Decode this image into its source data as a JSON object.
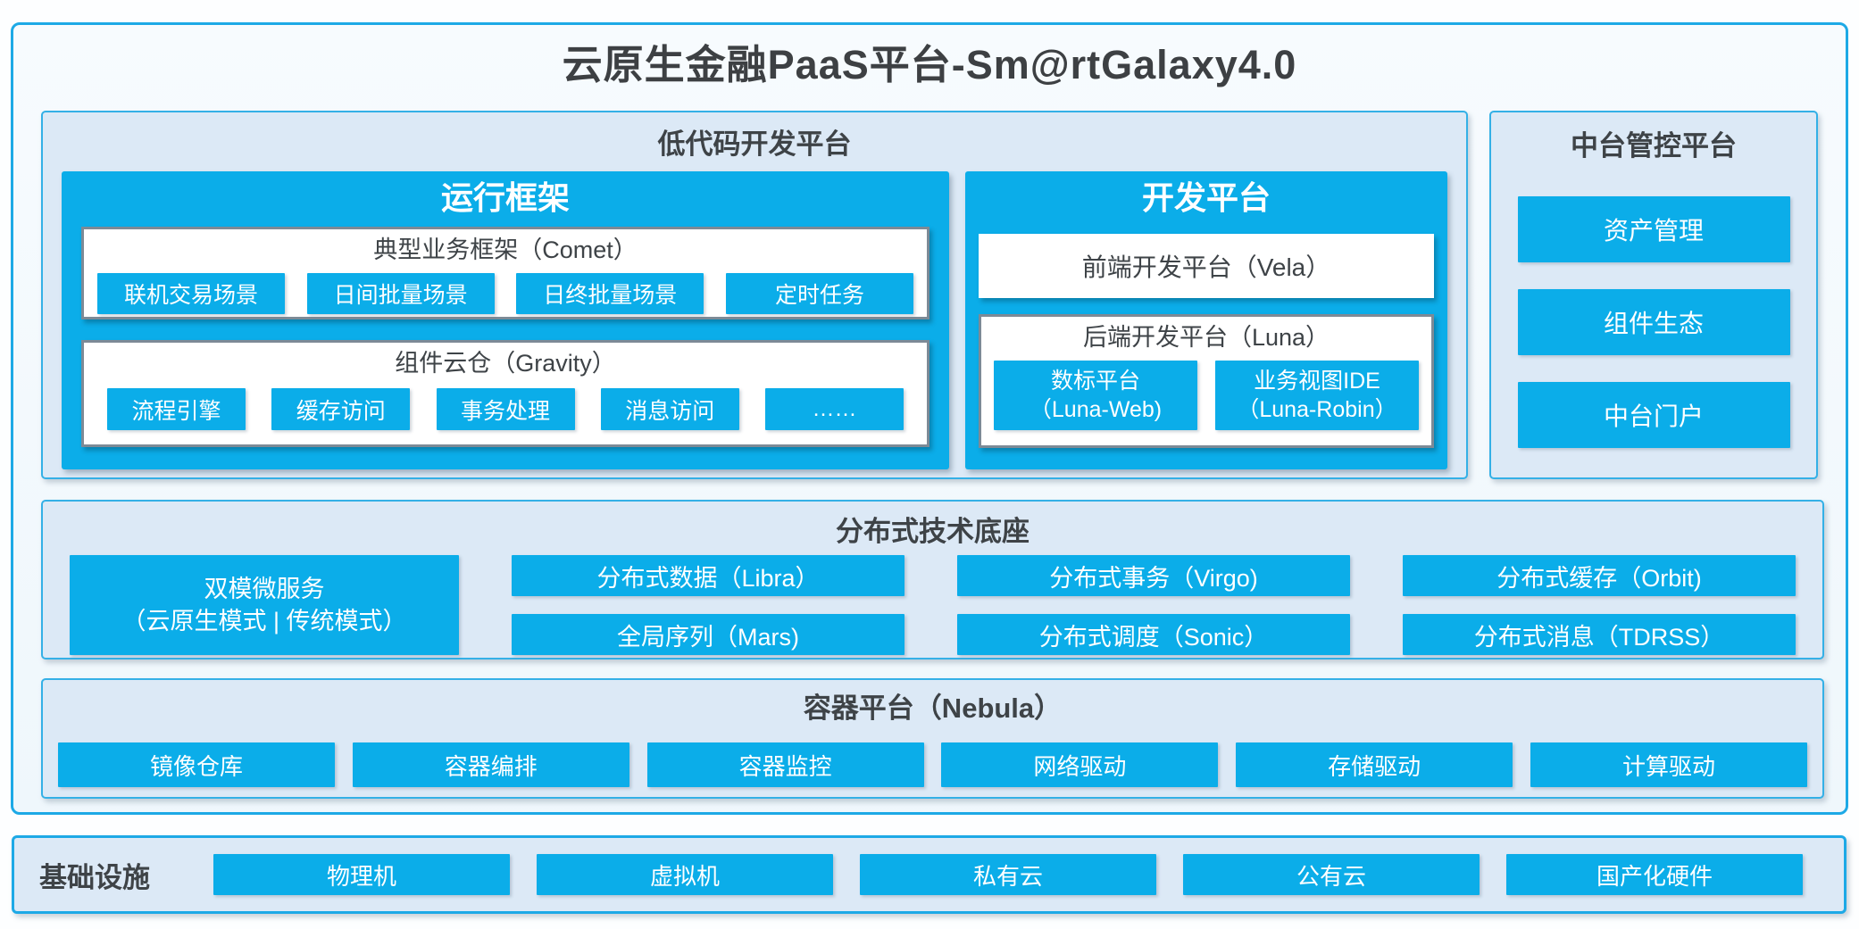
{
  "title": "云原生金融PaaS平台-Sm@rtGalaxy4.0",
  "colors": {
    "accent": "#0bade9",
    "panel_bg": "#dce9f6",
    "border_blue": "#1da9e6",
    "gray_border": "#7d8a96",
    "dark_text": "#3e4347"
  },
  "lowcode": {
    "header": "低代码开发平台",
    "runtime": {
      "title": "运行框架",
      "comet": {
        "title": "典型业务框架（Comet）",
        "buttons": [
          "联机交易场景",
          "日间批量场景",
          "日终批量场景",
          "定时任务"
        ]
      },
      "gravity": {
        "title": "组件云仓（Gravity）",
        "buttons": [
          "流程引擎",
          "缓存访问",
          "事务处理",
          "消息访问",
          "……"
        ]
      }
    },
    "dev": {
      "title": "开发平台",
      "vela": "前端开发平台（Vela）",
      "luna": {
        "title": "后端开发平台（Luna）",
        "buttons": [
          {
            "line1": "数标平台",
            "line2": "（Luna-Web)"
          },
          {
            "line1": "业务视图IDE",
            "line2": "（Luna-Robin）"
          }
        ]
      }
    }
  },
  "midplatform": {
    "header": "中台管控平台",
    "buttons": [
      "资产管理",
      "组件生态",
      "中台门户"
    ]
  },
  "distributed": {
    "header": "分布式技术底座",
    "dual_service": {
      "line1": "双模微服务",
      "line2": "（云原生模式 | 传统模式）"
    },
    "columns": [
      [
        "分布式数据（Libra）",
        "全局序列（Mars)"
      ],
      [
        "分布式事务（Virgo)",
        "分布式调度（Sonic）"
      ],
      [
        "分布式缓存（Orbit)",
        "分布式消息（TDRSS）"
      ]
    ]
  },
  "container_platform": {
    "header": "容器平台（Nebula）",
    "buttons": [
      "镜像仓库",
      "容器编排",
      "容器监控",
      "网络驱动",
      "存储驱动",
      "计算驱动"
    ]
  },
  "infrastructure": {
    "label": "基础设施",
    "buttons": [
      "物理机",
      "虚拟机",
      "私有云",
      "公有云",
      "国产化硬件"
    ]
  }
}
